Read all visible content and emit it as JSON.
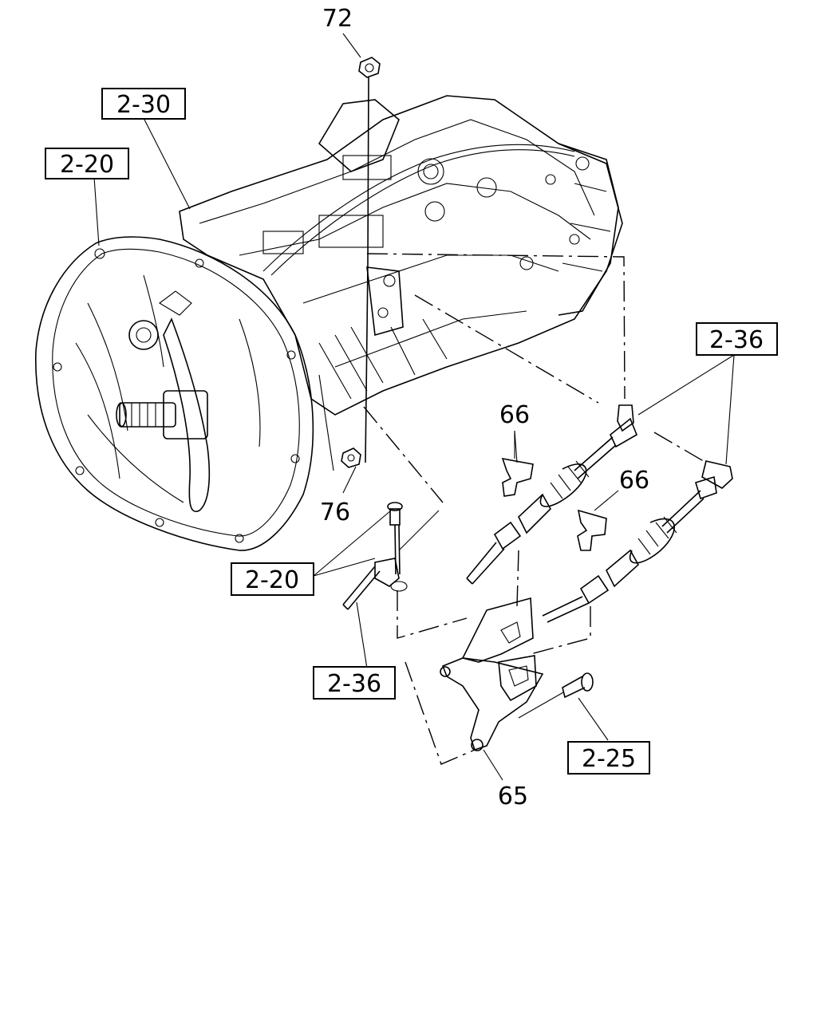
{
  "diagram": {
    "refs": {
      "ref_2_30": "2-30",
      "ref_2_20_top": "2-20",
      "ref_2_36_right": "2-36",
      "ref_2_20_mid": "2-20",
      "ref_2_36_bottom": "2-36",
      "ref_2_25": "2-25"
    },
    "parts": {
      "p72": "72",
      "p76": "76",
      "p66_left": "66",
      "p66_right": "66",
      "p65": "65"
    }
  }
}
